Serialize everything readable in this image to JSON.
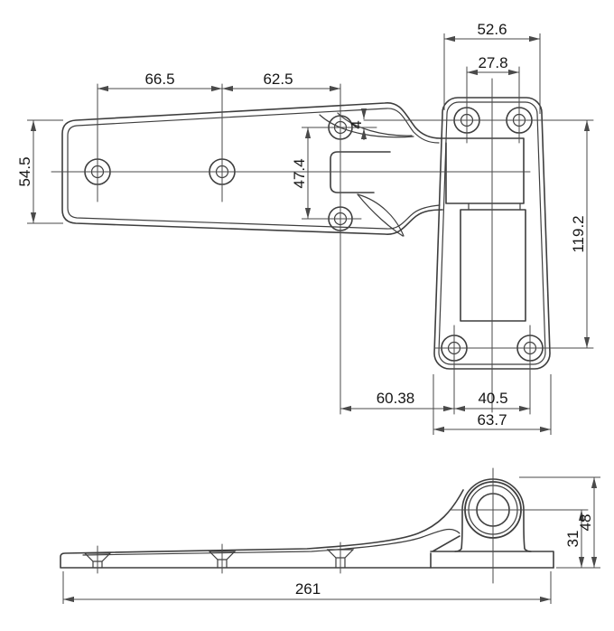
{
  "drawing": {
    "background": "#ffffff",
    "line_color": "#3e3e3e",
    "text_color": "#161616",
    "top_view": {
      "dimensions": {
        "strap_hole_pitch_left": "66.5",
        "strap_hole_pitch_right": "62.5",
        "plate_top_width": "52.6",
        "plate_top_hole_pitch": "27.8",
        "strap_height": "54.5",
        "slot_hole_pitch": "47.4",
        "hole_row_offset": "4",
        "plate_hole_pitch_vertical": "119.2",
        "slot_to_plate_hole": "60.38",
        "plate_bottom_hole_pitch": "40.5",
        "plate_bottom_width": "63.7"
      }
    },
    "side_view": {
      "dimensions": {
        "overall_length": "261",
        "pin_axis_height": "31",
        "overall_height": "48"
      }
    }
  }
}
